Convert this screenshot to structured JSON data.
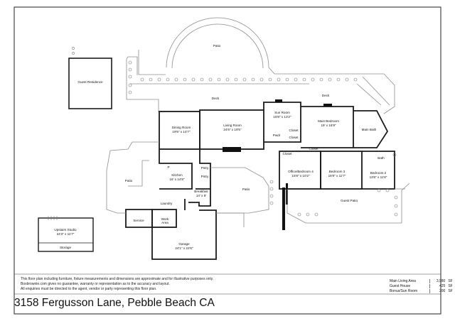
{
  "rooms": {
    "patio_top": {
      "name": "Patio"
    },
    "guest_residence": {
      "name": "Guest Residence"
    },
    "deck_left": {
      "name": "Deck"
    },
    "deck_right": {
      "name": "Deck"
    },
    "dining_room": {
      "name": "Dining Room",
      "dims": "19'5\" x 14'7\""
    },
    "living_room": {
      "name": "Living Room",
      "dims": "24'6\" x 19'5\""
    },
    "sun_room": {
      "name": "Sun Room",
      "dims": "15'8\" x 13'2\""
    },
    "main_bedroom": {
      "name": "Main Bedroom",
      "dims": "19' x 16'9\""
    },
    "main_bath": {
      "name": "Main Bath"
    },
    "pwdr": {
      "name": "Pwdr"
    },
    "closet_1": {
      "name": "Closet"
    },
    "closet_2": {
      "name": "Closet"
    },
    "closet_3": {
      "name": "Closet"
    },
    "office_bedroom_4": {
      "name": "Office/Bedroom 4",
      "dims": "15'8\" x 10'2\""
    },
    "bedroom_3": {
      "name": "Bedroom 3",
      "dims": "15'9\" x 11'7\""
    },
    "bedroom_2": {
      "name": "Bedroom 2",
      "dims": "13'6\" x 11'6\""
    },
    "bath": {
      "name": "Bath"
    },
    "patio_left": {
      "name": "Patio"
    },
    "kitchen": {
      "name": "Kitchen",
      "dims": "16' x 14'8\""
    },
    "pntry_1": {
      "name": "Pntry"
    },
    "pntry_2": {
      "name": "Pntry"
    },
    "breakfast": {
      "name": "Breakfast",
      "dims": "14' x 9'"
    },
    "patio_center": {
      "name": "Patio"
    },
    "laundry": {
      "name": "Laundry"
    },
    "service": {
      "name": "Service"
    },
    "work_area": {
      "name": "Work Area"
    },
    "garage": {
      "name": "Garage",
      "dims": "24'1\" x 22'6\""
    },
    "guest_patio": {
      "name": "Guest Patio"
    },
    "upstairs_studio": {
      "name": "Upstairs Studio",
      "dims": "24'3\" x 11'7\""
    },
    "storage": {
      "name": "Storage"
    },
    "p_mark": {
      "name": "P"
    }
  },
  "disclaimer": {
    "line1": "This floor plan including furniture, fixture measurements and dimensions are approximate and for illustrative purposes only.",
    "line2": "Boxbrownie.com gives no guarantee, warranty or representation as to the accuracy and layout.",
    "line3": "All enquiries must be directed to the agent, vendor or party representing this floor plan."
  },
  "areas": [
    {
      "name": "Main Living Area",
      "value": "3,980",
      "unit": "SF"
    },
    {
      "name": "Guest House",
      "value": "425",
      "unit": "SF"
    },
    {
      "name": "Bonus/Sun Room",
      "value": "200",
      "unit": "SF"
    }
  ],
  "address": "3158 Fergusson Lane, Pebble Beach CA",
  "colors": {
    "wall": "#1a1a1a",
    "outline": "#9a9a9a",
    "text": "#111111",
    "background": "#ffffff"
  }
}
